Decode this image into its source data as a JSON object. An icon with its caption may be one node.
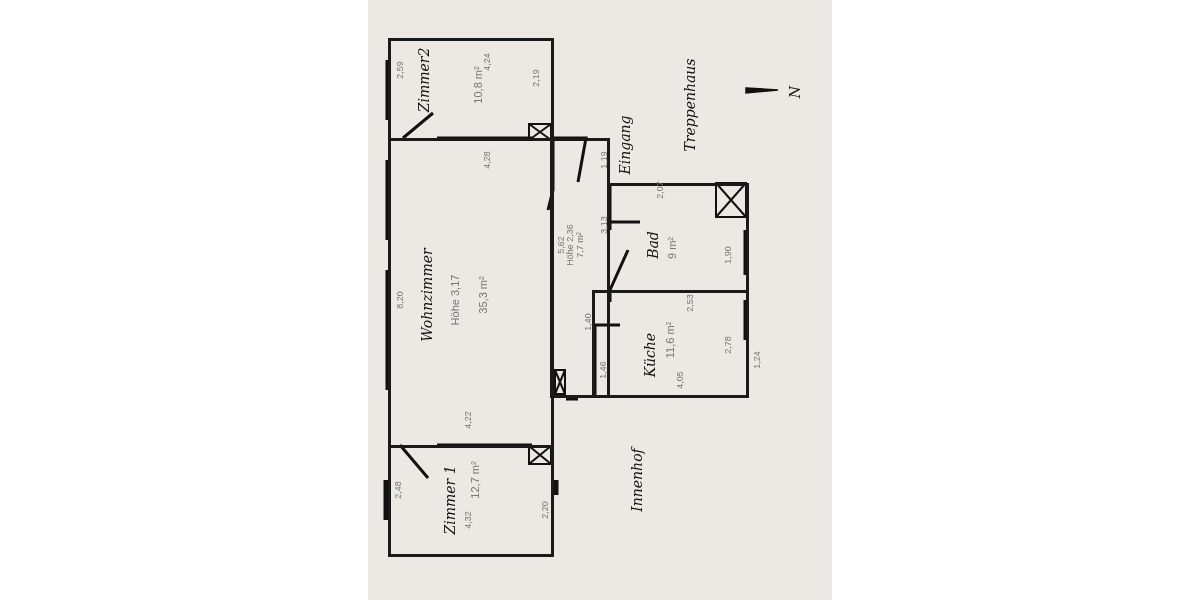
{
  "diagram": {
    "nodes": [
      {
        "text": [
          "Zimmer2",
          "10,8 m²",
          "4,24"
        ]
      },
      {
        "text": [
          "Wohnzimmer",
          "Höhe 3,17",
          "35,3 m²"
        ]
      },
      {
        "text": [
          "Zimmer 1",
          "12,7 m²",
          "4,32"
        ]
      },
      {
        "text": [
          "5,62",
          "Höhe 2,36",
          "7,7 m²"
        ]
      },
      {
        "text": [
          "Bad",
          "9 m²"
        ]
      },
      {
        "text": [
          "Küche",
          "11,6 m²"
        ]
      }
    ],
    "labels": [
      "N",
      "Treppenhaus",
      "Eingang",
      "2,59",
      "2,19",
      "4,28",
      "8,20",
      "4,22",
      "2,48",
      "2,20",
      "1,19",
      "3,13",
      "2,07",
      "1,90",
      "2,53",
      "1,40",
      "2,78",
      "4,05",
      "1,46",
      "1,24",
      "Innenhof"
    ]
  }
}
